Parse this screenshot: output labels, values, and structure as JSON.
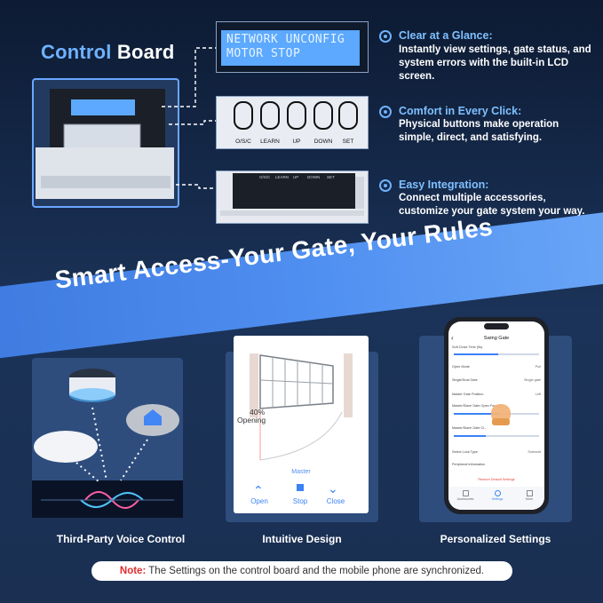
{
  "control_board": {
    "title_part1": "Control",
    "title_part2": " Board",
    "lcd_line1": "NETWORK UNCONFIG",
    "lcd_line2": "MOTOR STOP",
    "buttons": [
      "O/S/C",
      "LEARN",
      "UP",
      "DOWN",
      "SET"
    ]
  },
  "features": [
    {
      "heading": "Clear at a Glance:",
      "body": "Instantly view settings, gate status, and system errors with the built-in LCD screen."
    },
    {
      "heading": "Comfort in Every Click:",
      "body": "Physical buttons make operation simple, direct, and satisfying."
    },
    {
      "heading": "Easy Integration:",
      "body": "Connect multiple accessories, customize your gate system your way."
    }
  ],
  "banner": {
    "text": "Smart Access-Your Gate, Your Rules"
  },
  "cards": [
    {
      "caption": "Third-Party Voice Control"
    },
    {
      "caption": "Intuitive Design"
    },
    {
      "caption": "Personalized Settings"
    }
  ],
  "gate_app": {
    "percent": "40%",
    "status": "Opening",
    "label": "Master",
    "open": "Open",
    "stop": "Stop",
    "close": "Close"
  },
  "phone": {
    "title": "Swing Gate",
    "rows": [
      "Soft Close Time (5s)",
      "Open Mode",
      "Single/Dual Gate",
      "Master Gate Position",
      "Master/Slave Gate Open Force(A)",
      "Master/Slave Gate Cl...",
      "Select Lock Type",
      "Peripheral Information"
    ],
    "values": [
      "",
      "Pull",
      "Single gate",
      "Left",
      "",
      "",
      "Solenoid",
      ""
    ],
    "restore": "Restore Default Settings",
    "tabs": [
      "Accessories",
      "Settings",
      "More"
    ]
  },
  "note": {
    "label": "Note:",
    "text": " The Settings on the control board and the mobile phone are synchronized."
  }
}
